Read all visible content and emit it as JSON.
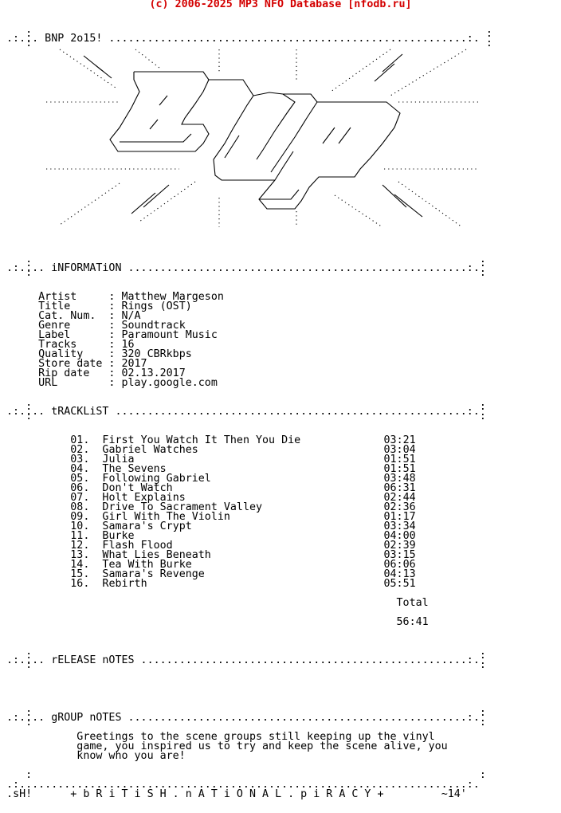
{
  "banner": "(c) 2006-2025 MP3 NFO Database [nfodb.ru]",
  "header": {
    "title": "BNP 2o15!"
  },
  "sections": {
    "information": "iNFORMATiON",
    "tracklist": "tRACKLiST",
    "release_notes": "rELEASE nOTES",
    "group_notes": "gROUP nOTES"
  },
  "info": [
    {
      "key": "Artist",
      "value": "Matthew Margeson"
    },
    {
      "key": "Title",
      "value": "Rings (OST)"
    },
    {
      "key": "Cat. Num.",
      "value": "N/A"
    },
    {
      "key": "Genre",
      "value": "Soundtrack"
    },
    {
      "key": "Label",
      "value": "Paramount Music"
    },
    {
      "key": "Tracks",
      "value": "16"
    },
    {
      "key": "Quality",
      "value": "320 CBRkbps"
    },
    {
      "key": "Store date",
      "value": "2017"
    },
    {
      "key": "Rip date",
      "value": "02.13.2017"
    },
    {
      "key": "URL",
      "value": "play.google.com"
    }
  ],
  "tracks": [
    {
      "num": "01.",
      "title": "First You Watch It Then You Die",
      "time": "03:21"
    },
    {
      "num": "02.",
      "title": "Gabriel Watches",
      "time": "03:04"
    },
    {
      "num": "03.",
      "title": "Julia",
      "time": "01:51"
    },
    {
      "num": "04.",
      "title": "The Sevens",
      "time": "01:51"
    },
    {
      "num": "05.",
      "title": "Following Gabriel",
      "time": "03:48"
    },
    {
      "num": "06.",
      "title": "Don't Watch",
      "time": "06:31"
    },
    {
      "num": "07.",
      "title": "Holt Explains",
      "time": "02:44"
    },
    {
      "num": "08.",
      "title": "Drive To Sacrament Valley",
      "time": "02:36"
    },
    {
      "num": "09.",
      "title": "Girl With The Violin",
      "time": "01:17"
    },
    {
      "num": "10.",
      "title": "Samara's Crypt",
      "time": "03:34"
    },
    {
      "num": "11.",
      "title": "Burke",
      "time": "04:00"
    },
    {
      "num": "12.",
      "title": "Flash Flood",
      "time": "02:39"
    },
    {
      "num": "13.",
      "title": "What Lies Beneath",
      "time": "03:15"
    },
    {
      "num": "14.",
      "title": "Tea With Burke",
      "time": "06:06"
    },
    {
      "num": "15.",
      "title": "Samara's Revenge",
      "time": "04:13"
    },
    {
      "num": "16.",
      "title": "Rebirth",
      "time": "05:51"
    }
  ],
  "total": {
    "label": "Total",
    "value": "56:41"
  },
  "group_notes": [
    "Greetings to the scene groups still keeping up the vinyl",
    "game, you inspired us to try and keep the scene alive, you",
    "know who you are!"
  ],
  "footer": {
    "left": "sH!",
    "center": "+ b R i T i S H . n A T i O N A L . p i R A C Y +",
    "right": "~14"
  }
}
